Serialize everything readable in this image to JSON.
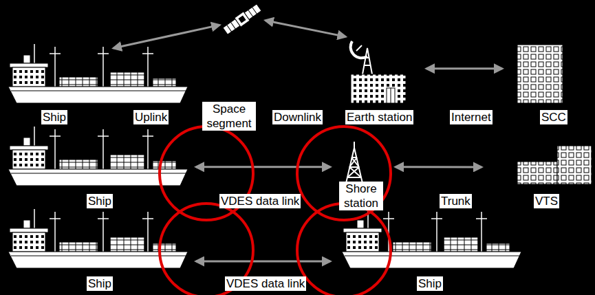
{
  "diagram": {
    "nodes": [
      {
        "text": [
          "Ship"
        ]
      },
      {
        "text": [
          "Space segment"
        ]
      },
      {
        "text": [
          "Earth station"
        ]
      },
      {
        "text": [
          "SCC"
        ]
      },
      {
        "text": [
          "Ship"
        ]
      },
      {
        "text": [
          "Shore station"
        ]
      },
      {
        "text": [
          "VTS"
        ]
      },
      {
        "text": [
          "Ship"
        ]
      },
      {
        "text": [
          "Ship"
        ]
      }
    ],
    "edges": [
      {
        "from": 0,
        "to": 1,
        "arrow": "both",
        "label": "Uplink"
      },
      {
        "from": 1,
        "to": 2,
        "arrow": "both",
        "label": "Downlink"
      },
      {
        "from": 2,
        "to": 3,
        "arrow": "both",
        "label": "Internet"
      },
      {
        "from": 4,
        "to": 5,
        "arrow": "both",
        "label": "VDES data link"
      },
      {
        "from": 5,
        "to": 6,
        "arrow": "both",
        "label": "Trunk"
      },
      {
        "from": 7,
        "to": 8,
        "arrow": "both",
        "label": "VDES data link"
      }
    ]
  }
}
